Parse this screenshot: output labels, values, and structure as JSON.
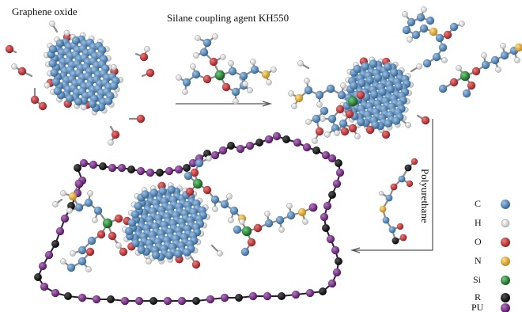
{
  "labels": {
    "graphene_oxide": "Graphene oxide",
    "silane": "Silane coupling agent KH550",
    "polyurethane": "Polyurethane"
  },
  "legend": [
    {
      "key": "C",
      "name": "carbon-atom",
      "color": "#3f6f9c"
    },
    {
      "key": "H",
      "name": "hydrogen-atom",
      "color": "#eeeeee"
    },
    {
      "key": "O",
      "name": "oxygen-atom",
      "color": "#b3262a"
    },
    {
      "key": "N",
      "name": "nitrogen-atom",
      "color": "#e0a62a"
    },
    {
      "key": "Si",
      "name": "silicon-atom",
      "color": "#1f6b2a"
    },
    {
      "key": "R",
      "name": "r-group-atom",
      "color": "#111111"
    },
    {
      "key": "PU",
      "name": "pu-atom",
      "color": "#6a2a7a"
    }
  ]
}
